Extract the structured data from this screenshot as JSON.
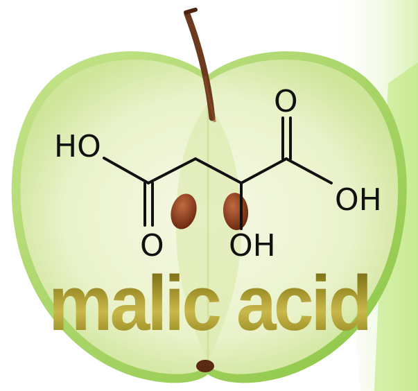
{
  "molecule": {
    "labels": {
      "hydroxyl_left": "HO",
      "carbonyl_top": "O",
      "hydroxyl_right": "OH",
      "carbonyl_bottom": "O",
      "hydroxyl_bottom": "OH"
    },
    "bond_color": "#111111"
  },
  "title": {
    "text": "malic acid",
    "color": "#a3932c"
  },
  "colors": {
    "apple_skin": "#9fd35a",
    "apple_flesh": "#eef5d2",
    "seed": "#8a3a1f",
    "stem": "#6b3a1f",
    "background_accent": "#b6e36a"
  }
}
